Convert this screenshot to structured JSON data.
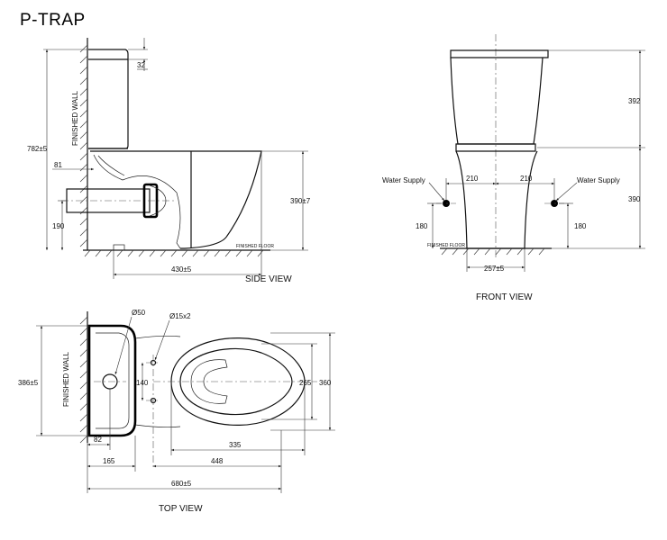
{
  "title": "P-TRAP",
  "views": {
    "side": "SIDE VIEW",
    "front": "FRONT VIEW",
    "top": "TOP VIEW"
  },
  "labels": {
    "finished_wall": "FINISHED WALL",
    "finished_floor": "FINISHED FLOOR",
    "water_supply": "Water Supply"
  },
  "side_dims": {
    "lid": "32",
    "total_height": "782±5",
    "wall_offset": "81",
    "outlet_height": "190",
    "seat_height": "390±7",
    "depth": "430±5"
  },
  "front_dims": {
    "tank_height": "392",
    "bowl_height": "390",
    "supply_left": "210",
    "supply_right": "210",
    "supply_height_left": "180",
    "supply_height_right": "180",
    "base_width": "257±5"
  },
  "top_dims": {
    "outlet_dia": "Ø50",
    "fixing_holes": "Ø15x2",
    "fixing_spacing": "140",
    "width": "386±5",
    "bowl_inner": "265",
    "bowl_outer": "360",
    "outlet_offset": "82",
    "d165": "165",
    "d448": "448",
    "d335": "335",
    "total_length": "680±5"
  }
}
